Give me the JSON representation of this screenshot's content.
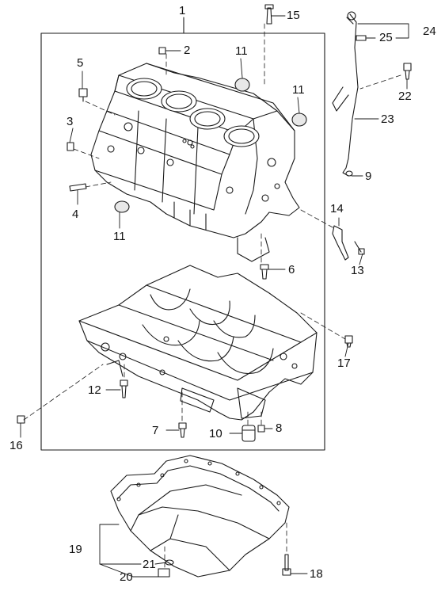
{
  "callouts": {
    "c1": "1",
    "c2": "2",
    "c3": "3",
    "c4": "4",
    "c5": "5",
    "c6": "6",
    "c7": "7",
    "c8": "8",
    "c9": "9",
    "c10": "10",
    "c11a": "11",
    "c11b": "11",
    "c11c": "11",
    "c12": "12",
    "c13": "13",
    "c14": "14",
    "c15": "15",
    "c16": "16",
    "c17": "17",
    "c18": "18",
    "c19": "19",
    "c20": "20",
    "c21": "21",
    "c22": "22",
    "c23": "23",
    "c24": "24",
    "c25": "25"
  },
  "colors": {
    "line": "#1a1a1a",
    "fill": "#ffffff",
    "shade": "#e8e8e8"
  }
}
